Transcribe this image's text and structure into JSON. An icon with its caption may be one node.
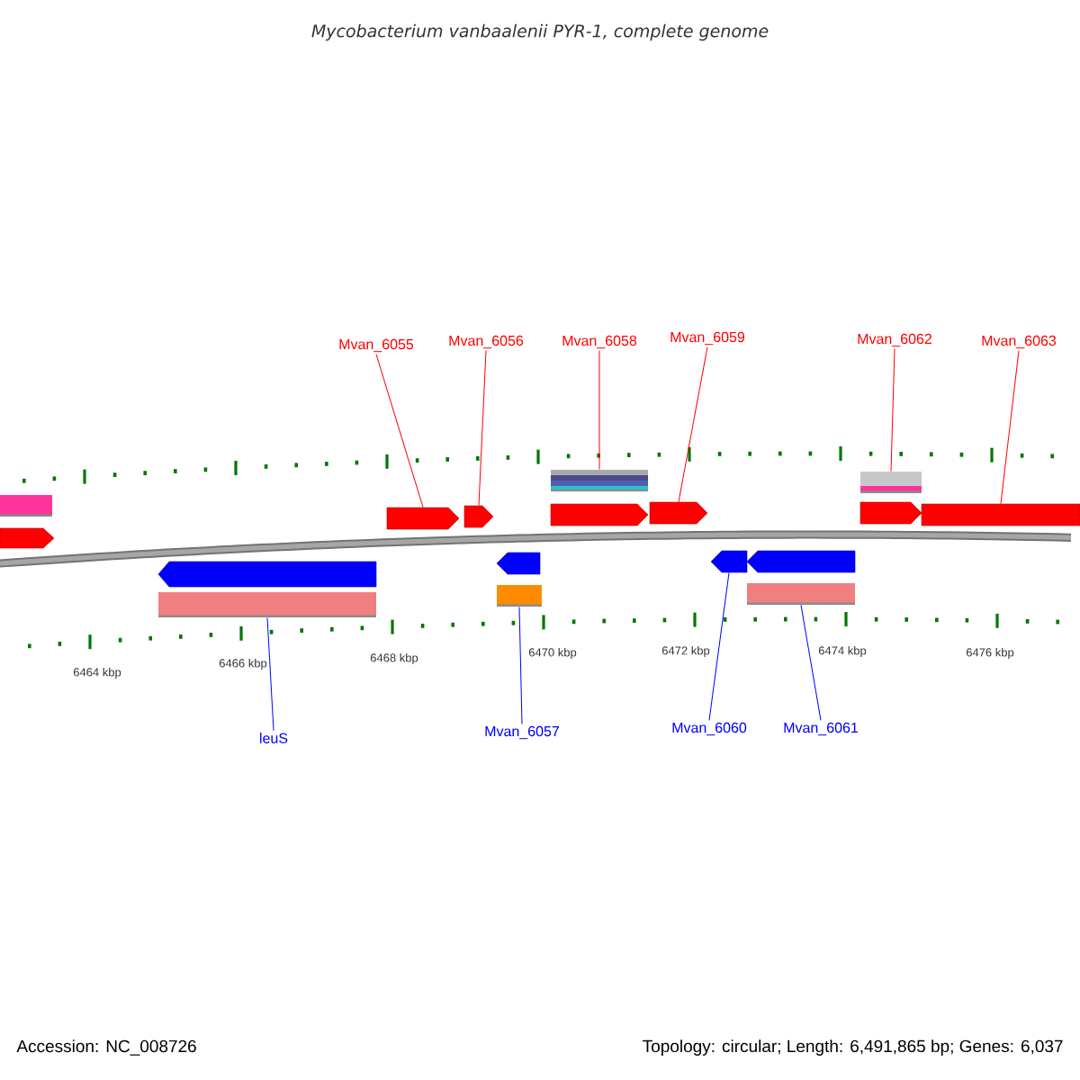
{
  "diagram": {
    "title": "Mycobacterium vanbaalenii PYR-1, complete genome",
    "nodes": [
      {
        "text": [
          "Mvan_6055"
        ]
      },
      {
        "text": [
          "Mvan_6056"
        ]
      },
      {
        "text": [
          "Mvan_6058"
        ]
      },
      {
        "text": [
          "Mvan_6059"
        ]
      },
      {
        "text": [
          "Mvan_6062"
        ]
      },
      {
        "text": [
          "Mvan_6063"
        ]
      },
      {
        "text": [
          "leuS"
        ]
      },
      {
        "text": [
          "Mvan_6057"
        ]
      },
      {
        "text": [
          "Mvan_6060"
        ]
      },
      {
        "text": [
          "Mvan_6061"
        ]
      },
      {
        "text": [],
        "shape": "pentagon"
      },
      {
        "text": [],
        "shape": "bar"
      },
      {
        "text": [],
        "shape": "pentagon"
      },
      {
        "text": [],
        "shape": "pentagon"
      },
      {
        "text": [],
        "shape": "bar"
      },
      {
        "text": [],
        "shape": "pentagon"
      },
      {
        "text": [],
        "shape": "pentagon"
      },
      {
        "text": [],
        "shape": "bar"
      },
      {
        "text": [],
        "shape": "pentagon"
      },
      {
        "text": [],
        "shape": "pentagon"
      },
      {
        "text": [],
        "shape": "pentagon"
      },
      {
        "text": [],
        "shape": "bar"
      },
      {
        "text": [],
        "shape": "pentagon"
      },
      {
        "text": [],
        "shape": "bar"
      },
      {
        "text": [],
        "shape": "pentagon"
      },
      {
        "text": [],
        "shape": "pentagon"
      },
      {
        "text": [],
        "shape": "bar"
      }
    ],
    "edges": [
      {
        "from": 0,
        "to": 12,
        "arrow": "none",
        "color": "#ff0000"
      },
      {
        "from": 1,
        "to": 13,
        "arrow": "none",
        "color": "#ff0000"
      },
      {
        "from": 2,
        "to": 14,
        "arrow": "none",
        "color": "#ff0000"
      },
      {
        "from": 3,
        "to": 16,
        "arrow": "none",
        "color": "#ff0000"
      },
      {
        "from": 4,
        "to": 17,
        "arrow": "none",
        "color": "#ff0000"
      },
      {
        "from": 5,
        "to": 19,
        "arrow": "none",
        "color": "#ff0000"
      },
      {
        "from": 6,
        "to": 21,
        "arrow": "none",
        "color": "#0000ff"
      },
      {
        "from": 7,
        "to": 23,
        "arrow": "none",
        "color": "#0000ff"
      },
      {
        "from": 8,
        "to": 24,
        "arrow": "none",
        "color": "#0000ff"
      },
      {
        "from": 9,
        "to": 26,
        "arrow": "none",
        "color": "#0000ff"
      }
    ],
    "labels": [
      "6464 kbp",
      "6466 kbp",
      "6468 kbp",
      "6470 kbp",
      "6472 kbp",
      "6474 kbp",
      "6476 kbp",
      "Accession: NC_008726",
      "Topology: circular; Length: 6,491,865 bp; Genes: 6,037"
    ]
  }
}
